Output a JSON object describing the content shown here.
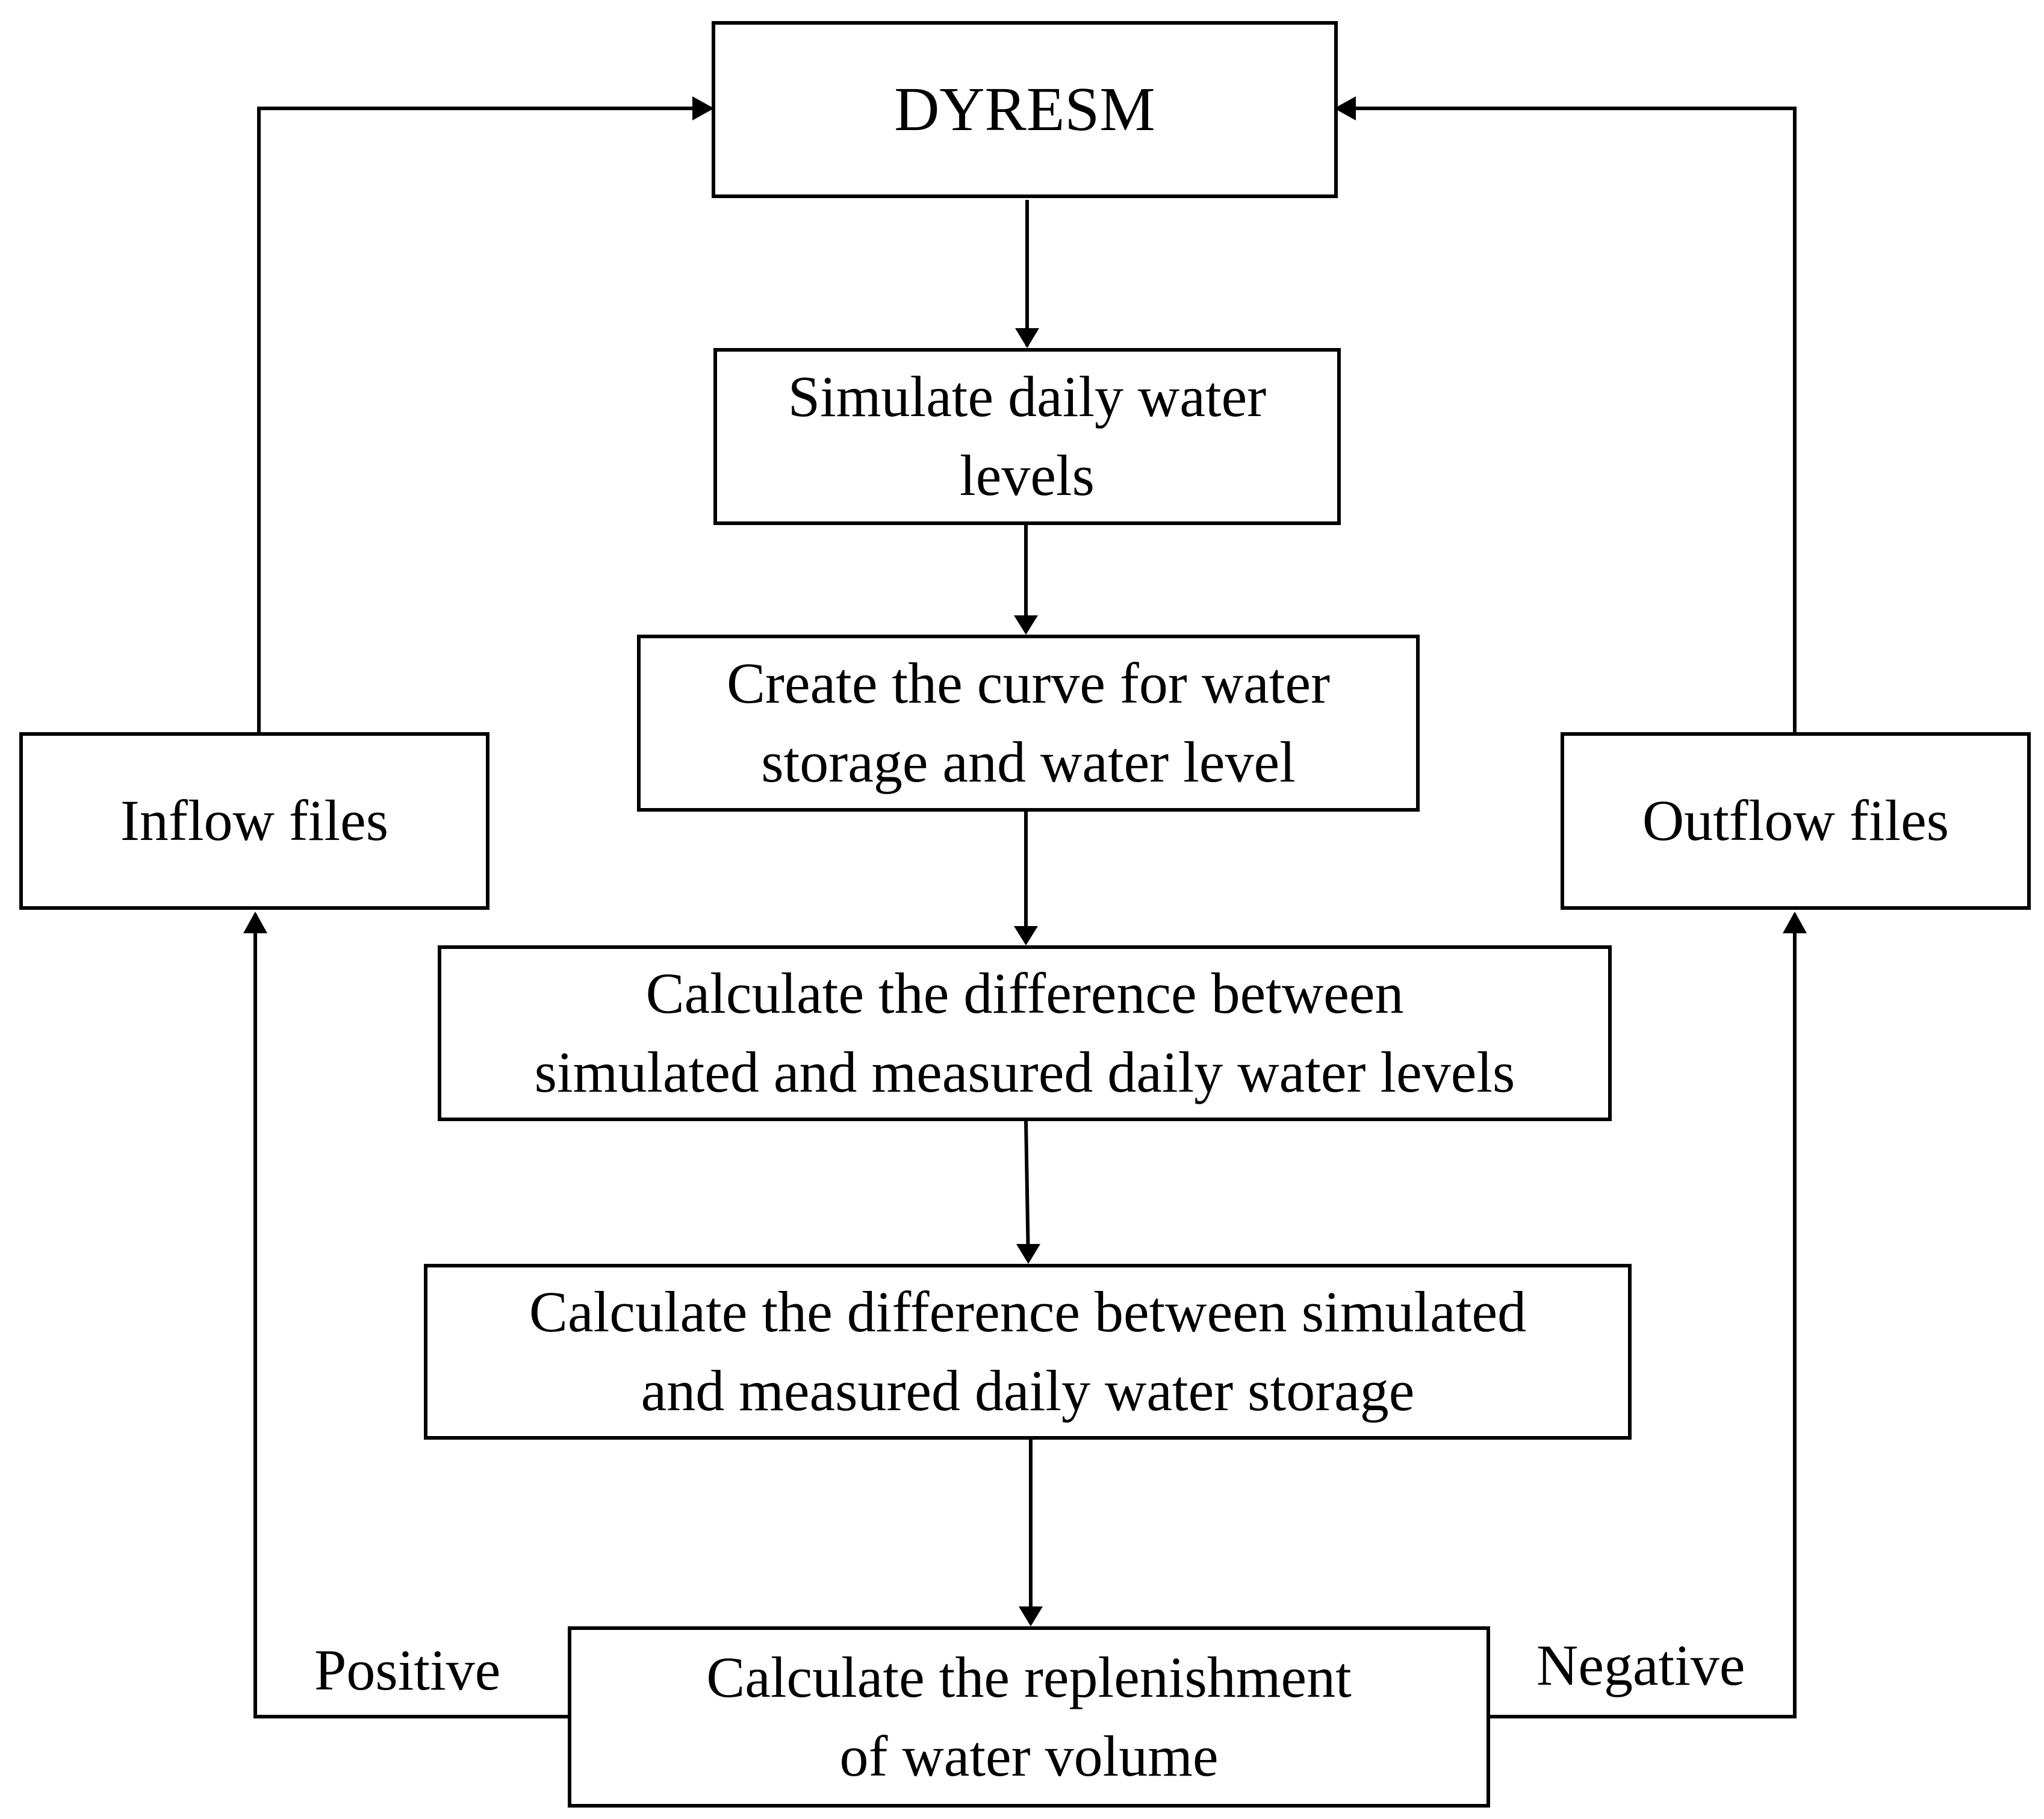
{
  "nodes": {
    "dyresm": {
      "lines": [
        "DYRESM"
      ]
    },
    "simulate": {
      "lines": [
        "Simulate daily water",
        "levels"
      ]
    },
    "curve": {
      "lines": [
        "Create the curve for water",
        "storage and water level"
      ]
    },
    "diff_levels": {
      "lines": [
        "Calculate the difference between",
        "simulated and measured daily water levels"
      ]
    },
    "diff_storage": {
      "lines": [
        "Calculate the difference between simulated",
        "and measured daily water storage"
      ]
    },
    "replenish": {
      "lines": [
        "Calculate the replenishment",
        "of water volume"
      ]
    },
    "inflow": {
      "lines": [
        "Inflow files"
      ]
    },
    "outflow": {
      "lines": [
        "Outflow files"
      ]
    }
  },
  "labels": {
    "positive": "Positive",
    "negative": "Negative"
  }
}
